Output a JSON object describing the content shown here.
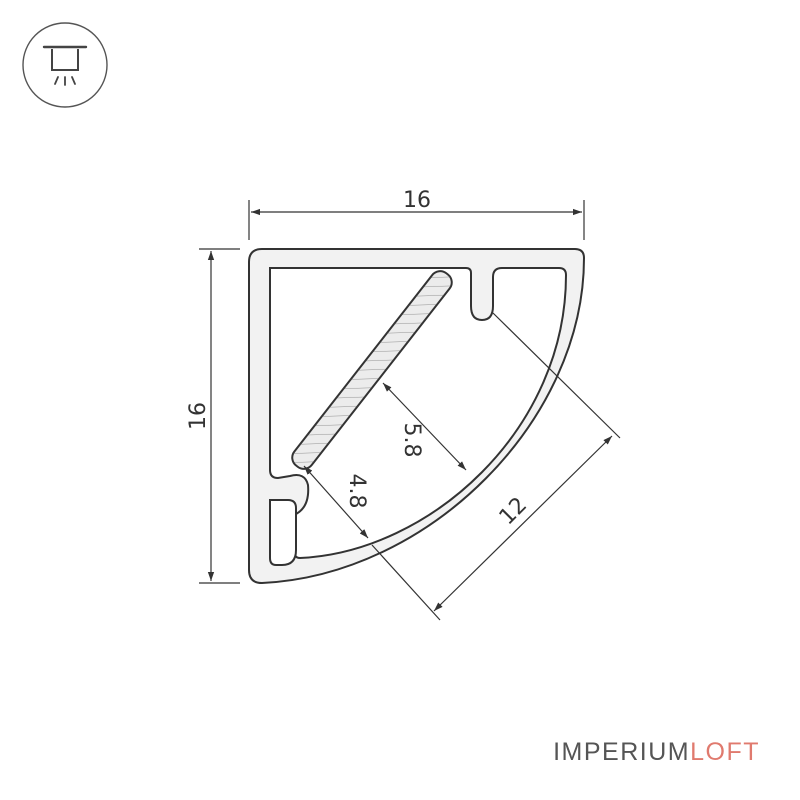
{
  "icon": {
    "name": "ceiling-light-icon"
  },
  "dimensions": {
    "width_top": "16",
    "height_left": "16",
    "inner_depth": "5.8",
    "edge_depth": "4.8",
    "diagonal_width": "12"
  },
  "brand": {
    "part1": "IMPERIUM",
    "part2": "LOFT",
    "color_part1": "#555555",
    "color_part2": "#e07a6e"
  },
  "colors": {
    "outline": "#333333",
    "profile_fill": "#f2f2f2",
    "strip_fill": "#ececec",
    "background": "#ffffff"
  }
}
